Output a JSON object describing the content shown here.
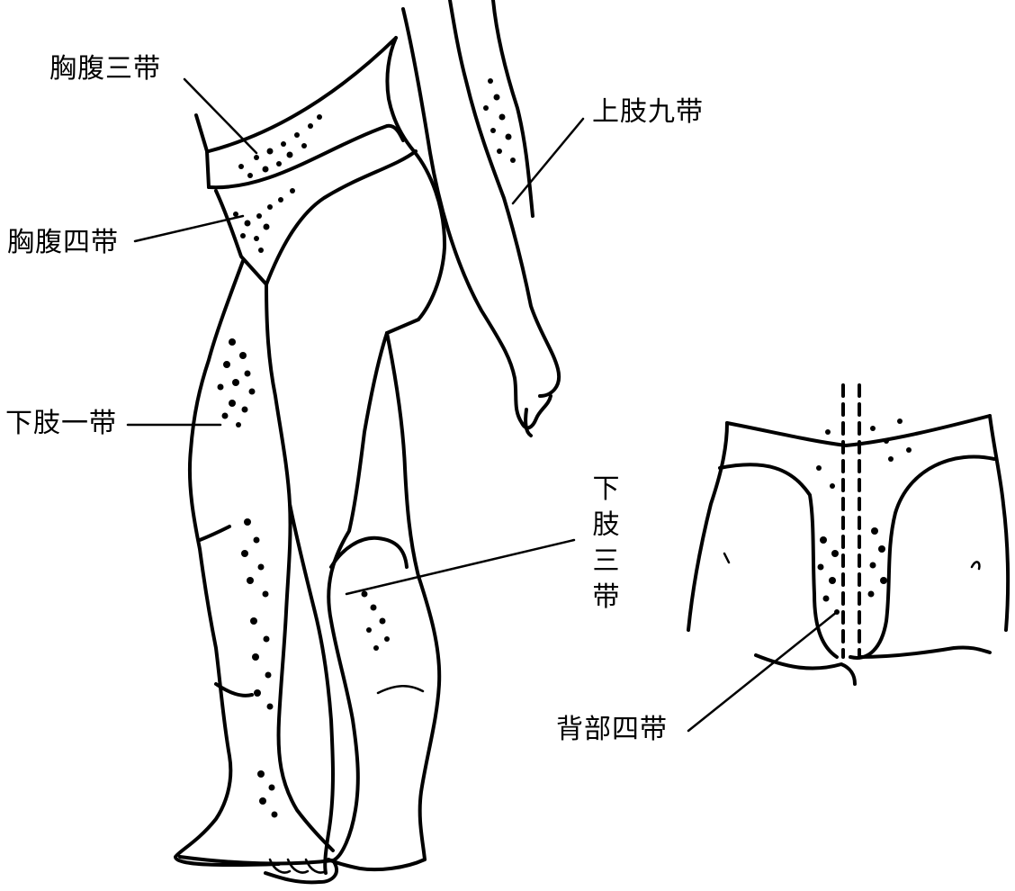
{
  "labels": {
    "chest_abdomen_3": "胸腹三带",
    "chest_abdomen_4": "胸腹四带",
    "lower_limb_1": "下肢一带",
    "upper_limb_9": "上肢九带",
    "lower_limb_3": "下肢三带",
    "back_4": "背部四带"
  },
  "colors": {
    "ink": "#000000",
    "paper": "#ffffff"
  }
}
